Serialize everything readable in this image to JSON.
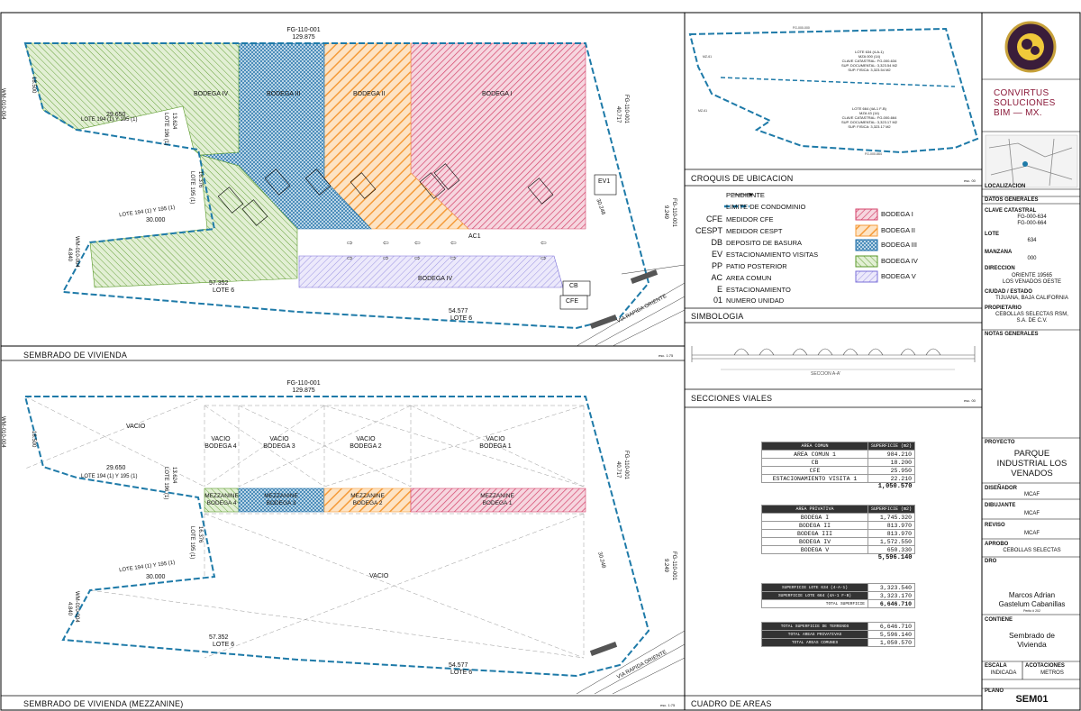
{
  "panels": {
    "site": "SEMBRADO DE VIVIENDA",
    "mezz": "SEMBRADO DE VIVIENDA (MEZZANINE)",
    "croquis": "CROQUIS DE UBICACION",
    "symbology": "SIMBOLOGIA",
    "sections": "SECCIONES VIALES",
    "areas": "CUADRO DE AREAS",
    "scale1": "esc. 1:75",
    "scale2": "esc. 1:75",
    "scale_croquis": "esc. 00",
    "scale_sections": "esc. 00"
  },
  "plan": {
    "top_ref": "FG-110-001",
    "top_dim": "129.875",
    "left_ref": "WM-010-004",
    "left_dim": "18.500",
    "lote_a": "29.650",
    "lote_a_label": "LOTE 194 (1) Y 195 (1)",
    "dim_13": "13.624",
    "lote_196": "LOTE 196 (1)",
    "dim_16": "16.376",
    "lote_195": "LOTE 195 (1)",
    "lote_b_label": "LOTE 194 (1) Y 195 (1)",
    "dim_30": "30.000",
    "left2_ref": "WM-010-004",
    "left2_dim": "4.840",
    "bottom_dim1": "57.352",
    "bottom_lote1": "LOTE 6",
    "bottom_dim2": "54.577",
    "bottom_lote2": "LOTE 6",
    "right_ref": "FG-110-001",
    "right_dim": "40.717",
    "right2_ref": "FG-110-001",
    "right2_dim": "9.249",
    "dim_3024": "30.248",
    "road": "VIA RAPIDA ORIENTE",
    "bodega4": "BODEGA IV",
    "bodega3": "BODEGA III",
    "bodega2": "BODEGA II",
    "bodega1": "BODEGA I",
    "bodega4_low": "BODEGA IV",
    "ac1": "AC1",
    "ev1": "EV1",
    "cb": "CB",
    "cfe": "CFE"
  },
  "mezz": {
    "vacio": "VACIO",
    "vb4": "VACIO\nBODEGA 4",
    "vb4a": "VACIO",
    "vb4b": "BODEGA 4",
    "vb3a": "VACIO",
    "vb3b": "BODEGA 3",
    "vb2a": "VACIO",
    "vb2b": "BODEGA 2",
    "vb1a": "VACIO",
    "vb1b": "BODEGA 1",
    "m4a": "MEZZANINE",
    "m4b": "BODEGA 4",
    "m3a": "MEZZANINE",
    "m3b": "BODEGA 3",
    "m2a": "MEZZANINE",
    "m2b": "BODEGA 2",
    "m1a": "MEZZANINE",
    "m1b": "BODEGA 1",
    "vacio_center": "VACIO"
  },
  "croquis": {
    "lote634": "LOTE 634 (4-A-1)",
    "mza": "MZA 000 (14)",
    "clave1": "CLAVE CATASTRAL: FG-000-634",
    "sup_doc1": "SUP. DOCUMENTAL: 3,323.54 M2",
    "sup_fis1": "SUP. FISICA: 3,323.54 M2",
    "lote664": "LOTE 664 (4A-1 F-B)",
    "mza2": "MZA 43 (14)",
    "clave2": "CLAVE CATASTRAL: FG-000-664",
    "sup_doc2": "SUP. DOCUMENTAL: 3,323.17 M2",
    "sup_fis2": "SUP. FISICA: 3,323.17 M2",
    "mid": "MZ-61"
  },
  "legend": {
    "pendiente": "PENDIENTE",
    "limite": "LIMITE DE CONDOMINIO",
    "cfe_k": "CFE",
    "cfe_v": "MEDIDOR CFE",
    "cespt_k": "CESPT",
    "cespt_v": "MEDIDOR CESPT",
    "db_k": "DB",
    "db_v": "DEPOSITO DE BASURA",
    "ev_k": "EV",
    "ev_v": "ESTACIONAMIENTO VISITAS",
    "pp_k": "PP",
    "pp_v": "PATIO POSTERIOR",
    "ac_k": "AC",
    "ac_v": "AREA COMUN",
    "e_k": "E",
    "e_v": "ESTACIONAMIENTO",
    "n_k": "01",
    "n_v": "NUMERO UNIDAD",
    "b1": "BODEGA I",
    "b2": "BODEGA II",
    "b3": "BODEGA III",
    "b4": "BODEGA IV",
    "b5": "BODEGA V"
  },
  "section": {
    "label": "SECCION A-A'"
  },
  "areas": {
    "comun_hdr": [
      "AREA COMUN",
      "SUPERFICIE (m2)"
    ],
    "comun_rows": [
      [
        "AREA COMUN 1",
        "984.210"
      ],
      [
        "CB",
        "18.200"
      ],
      [
        "CFE",
        "25.950"
      ],
      [
        "ESTACIONAMIENTO VISITA 1",
        "22.210"
      ]
    ],
    "comun_total": "1,050.570",
    "priv_hdr": [
      "AREA PRIVATIVA",
      "SUPERFICIE (m2)"
    ],
    "priv_rows": [
      [
        "BODEGA I",
        "1,745.320"
      ],
      [
        "BODEGA II",
        "813.970"
      ],
      [
        "BODEGA III",
        "813.970"
      ],
      [
        "BODEGA IV",
        "1,572.550"
      ],
      [
        "BODEGA V",
        "650.330"
      ]
    ],
    "priv_total": "5,596.140",
    "lot_rows": [
      [
        "SUPERFICIE LOTE 634 (4-A-1)",
        "3,323.540"
      ],
      [
        "SUPERFICIE LOTE 664 (4A-1 F-B)",
        "3,323.170"
      ],
      [
        "TOTAL SUPERFICIE",
        "6,646.710"
      ]
    ],
    "sum_rows": [
      [
        "TOTAL SUPERFICIE DE TERRENOS",
        "6,646.710"
      ],
      [
        "TOTAL AREAS PRIVATIVAS",
        "5,596.140"
      ],
      [
        "TOTAL AREAS COMUNES",
        "1,050.570"
      ]
    ]
  },
  "titleblock": {
    "company1": "CONVIRTUS",
    "company2": "SOLUCIONES",
    "company3": "BIM — MX.",
    "localizacion": "LOCALIZACION",
    "datos": "DATOS GENERALES",
    "clave_k": "CLAVE CATASTRAL",
    "clave_v1": "FG-000-634",
    "clave_v2": "FG-000-664",
    "lote_k": "LOTE",
    "lote_v": "634",
    "manzana_k": "MANZANA",
    "manzana_v": "000",
    "direccion_k": "DIRECCION",
    "direccion_v1": "ORIENTE 19565",
    "direccion_v2": "LOS VENADOS OESTE",
    "ciudad_k": "CIUDAD / ESTADO",
    "ciudad_v": "TIJUANA, BAJA CALIFORNIA",
    "prop_k": "PROPIETARIO",
    "prop_v1": "CEBOLLAS SELECTAS RSM,",
    "prop_v2": "S.A. DE C.V.",
    "notas": "NOTAS GENERALES",
    "proyecto_k": "PROYECTO",
    "proyecto_v1": "PARQUE",
    "proyecto_v2": "INDUSTRIAL LOS",
    "proyecto_v3": "VENADOS",
    "disenador_k": "DISEÑADOR",
    "disenador_v": "MCAF",
    "dibujante_k": "DIBUJANTE",
    "dibujante_v": "MCAF",
    "reviso_k": "REVISO",
    "reviso_v": "MCAF",
    "aprobo_k": "APROBO",
    "aprobo_v": "CEBOLLAS SELECTAS",
    "dro_k": "DRO",
    "dro_v1": "Marcos Adrian",
    "dro_v2": "Gastelum Cabanillas",
    "dro_v3": "Perito # 202",
    "contiene_k": "CONTIENE",
    "contiene_v1": "Sembrado de",
    "contiene_v2": "Vivienda",
    "escala_k": "ESCALA",
    "escala_v": "INDICADA",
    "acot_k": "ACOTACIONES",
    "acot_v": "METROS",
    "plano_k": "PLANO",
    "plano_v": "SEM01"
  },
  "colors": {
    "bodega1": "#d4426a",
    "bodega2": "#f59b3a",
    "bodega3": "#1f6fa8",
    "bodega4": "#5a9a2a",
    "bodega5": "#7a6fd8",
    "boundary": "#1e7aa8"
  }
}
